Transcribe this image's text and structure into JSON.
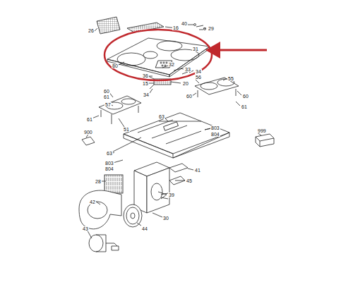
{
  "diagram": {
    "labels": [
      "26",
      "16",
      "40",
      "29",
      "31",
      "80",
      "32",
      "33",
      "34",
      "36",
      "15",
      "20",
      "34",
      "56",
      "55",
      "60",
      "60",
      "61",
      "60",
      "61",
      "57",
      "61",
      "51",
      "63",
      "803",
      "804",
      "900",
      "999",
      "63",
      "803",
      "804",
      "41",
      "45",
      "28",
      "39",
      "42",
      "30",
      "44",
      "43"
    ]
  }
}
